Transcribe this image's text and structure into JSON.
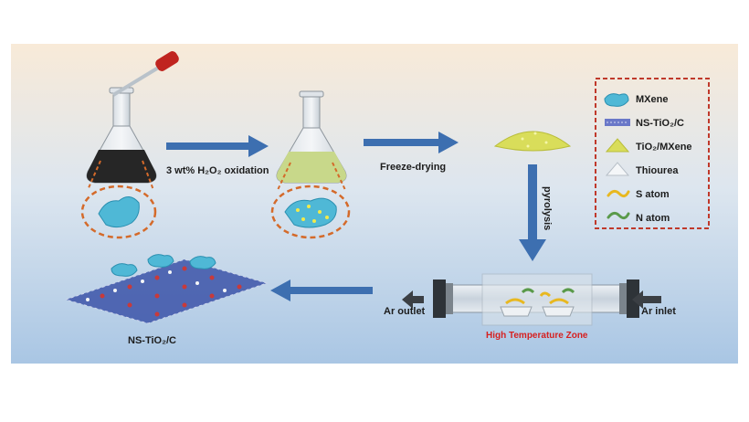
{
  "steps": {
    "oxidation": "3 wt% H₂O₂ oxidation",
    "freeze_drying": "Freeze-drying",
    "pyrolysis": "pyrolysis"
  },
  "furnace": {
    "ar_outlet": "Ar outlet",
    "ar_inlet": "Ar inlet",
    "zone": "High Temperature Zone"
  },
  "product": {
    "label": "NS-TiO₂/C"
  },
  "legend": {
    "items": [
      {
        "label": "MXene",
        "icon": "mxene-flake-icon"
      },
      {
        "label": "NS-TiO₂/C",
        "icon": "lattice-icon"
      },
      {
        "label": "TiO₂/MXene",
        "icon": "powder-cone-icon"
      },
      {
        "label": "Thiourea",
        "icon": "white-cone-icon"
      },
      {
        "label": "S atom",
        "icon": "s-atom-icon"
      },
      {
        "label": "N atom",
        "icon": "n-atom-icon"
      }
    ]
  },
  "colors": {
    "arrow": "#3d6fb0",
    "legend_border": "#c0392b",
    "mxene": "#4fb8d6",
    "zone_text": "#d62020"
  }
}
